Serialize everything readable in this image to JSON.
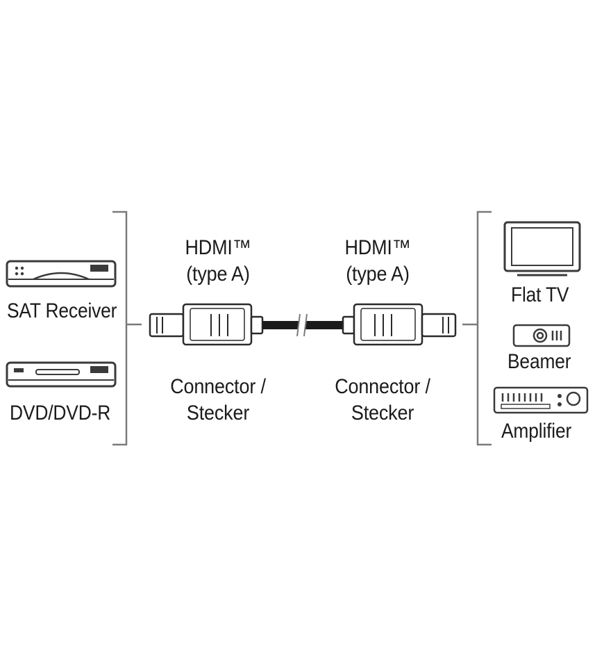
{
  "left_devices": {
    "sat_receiver": "SAT Receiver",
    "dvd": "DVD/DVD-R"
  },
  "left_connector": {
    "type_line1": "HDMI™",
    "type_line2": "(type A)",
    "caption_line1": "Connector /",
    "caption_line2": "Stecker"
  },
  "right_connector": {
    "type_line1": "HDMI™",
    "type_line2": "(type A)",
    "caption_line1": "Connector /",
    "caption_line2": "Stecker"
  },
  "right_devices": {
    "flat_tv": "Flat TV",
    "beamer": "Beamer",
    "amplifier": "Amplifier"
  },
  "colors": {
    "line": "#7a7a7a",
    "cable": "#1a1a1a",
    "device_outline": "#3a3a3a"
  }
}
